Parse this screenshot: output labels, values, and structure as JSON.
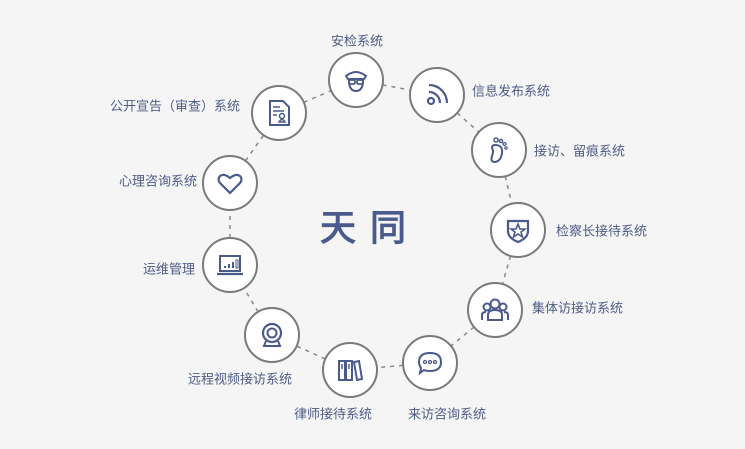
{
  "title": "天同",
  "colors": {
    "icon": "#4a5a8c",
    "text": "#4f5b87",
    "border": "#7a7a7a",
    "background": "#f5f5f5"
  },
  "nodes": [
    {
      "label": "安检系统",
      "icon": "security-guard-icon"
    },
    {
      "label": "信息发布系统",
      "icon": "rss-icon"
    },
    {
      "label": "接访、留痕系统",
      "icon": "footprint-icon"
    },
    {
      "label": "检察长接待系统",
      "icon": "shield-star-icon"
    },
    {
      "label": "集体访接访系统",
      "icon": "group-icon"
    },
    {
      "label": "来访咨询系统",
      "icon": "chat-bubble-icon"
    },
    {
      "label": "律师接待系统",
      "icon": "binders-icon"
    },
    {
      "label": "远程视频接访系统",
      "icon": "webcam-icon"
    },
    {
      "label": "运维管理",
      "icon": "laptop-chart-icon"
    },
    {
      "label": "心理咨询系统",
      "icon": "heart-icon"
    },
    {
      "label": "公开宣告（审查）系统",
      "icon": "certificate-document-icon"
    }
  ]
}
